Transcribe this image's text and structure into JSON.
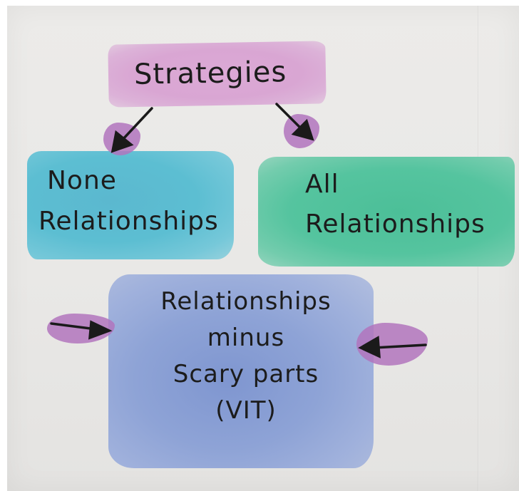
{
  "diagram": {
    "title": "Strategies",
    "nodes": [
      {
        "id": "none",
        "lines": [
          "None",
          "Relationships"
        ],
        "color": "#5cbed2"
      },
      {
        "id": "all",
        "lines": [
          "All",
          "Relationships"
        ],
        "color": "#55c49f"
      },
      {
        "id": "middle",
        "lines": [
          "Relationships",
          "minus",
          "Scary parts",
          "(VIT)"
        ],
        "color": "#8ea3d6"
      }
    ],
    "title_color": "#d9a6d3",
    "arrow_blot_color": "#b174bd",
    "edges": [
      {
        "from": "Strategies",
        "to": "None Relationships"
      },
      {
        "from": "Strategies",
        "to": "All Relationships"
      },
      {
        "from": "left",
        "to": "Relationships minus Scary parts (VIT)"
      },
      {
        "from": "right",
        "to": "Relationships minus Scary parts (VIT)"
      }
    ]
  }
}
